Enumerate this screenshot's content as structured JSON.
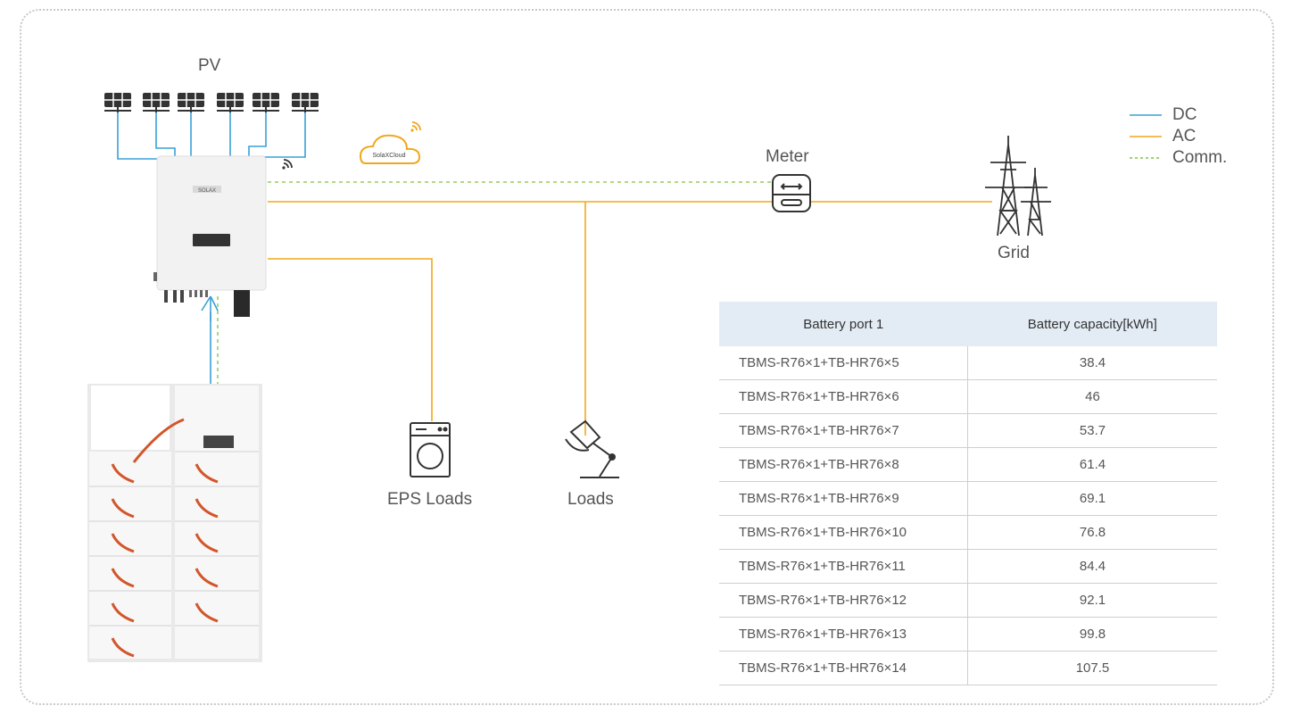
{
  "labels": {
    "pv": "PV",
    "meter": "Meter",
    "grid": "Grid",
    "eps_loads": "EPS Loads",
    "loads": "Loads",
    "cloud": "SolaXCloud",
    "inverter_brand": "SOLAX"
  },
  "legend": [
    {
      "label": "DC",
      "color": "#3aa0d6",
      "style": "solid"
    },
    {
      "label": "AC",
      "color": "#f0a81c",
      "style": "solid"
    },
    {
      "label": "Comm.",
      "color": "#7dc242",
      "style": "dashed"
    }
  ],
  "table": {
    "headers": [
      "Battery port 1",
      "Battery capacity[kWh]"
    ],
    "rows": [
      [
        "TBMS-R76×1+TB-HR76×5",
        "38.4"
      ],
      [
        "TBMS-R76×1+TB-HR76×6",
        "46"
      ],
      [
        "TBMS-R76×1+TB-HR76×7",
        "53.7"
      ],
      [
        "TBMS-R76×1+TB-HR76×8",
        "61.4"
      ],
      [
        "TBMS-R76×1+TB-HR76×9",
        "69.1"
      ],
      [
        "TBMS-R76×1+TB-HR76×10",
        "76.8"
      ],
      [
        "TBMS-R76×1+TB-HR76×11",
        "84.4"
      ],
      [
        "TBMS-R76×1+TB-HR76×12",
        "92.1"
      ],
      [
        "TBMS-R76×1+TB-HR76×13",
        "99.8"
      ],
      [
        "TBMS-R76×1+TB-HR76×14",
        "107.5"
      ]
    ]
  },
  "colors": {
    "dc": "#3aa0d6",
    "ac": "#f0a81c",
    "comm": "#7dc242",
    "cloud": "#f0a81c",
    "table_header_bg": "#e3ecf4"
  },
  "icons": [
    "solar-panel-icon",
    "wifi-icon",
    "cloud-icon",
    "meter-icon",
    "transmission-tower-icon",
    "washing-machine-icon",
    "lamp-icon",
    "battery-rack-icon",
    "inverter-icon"
  ]
}
